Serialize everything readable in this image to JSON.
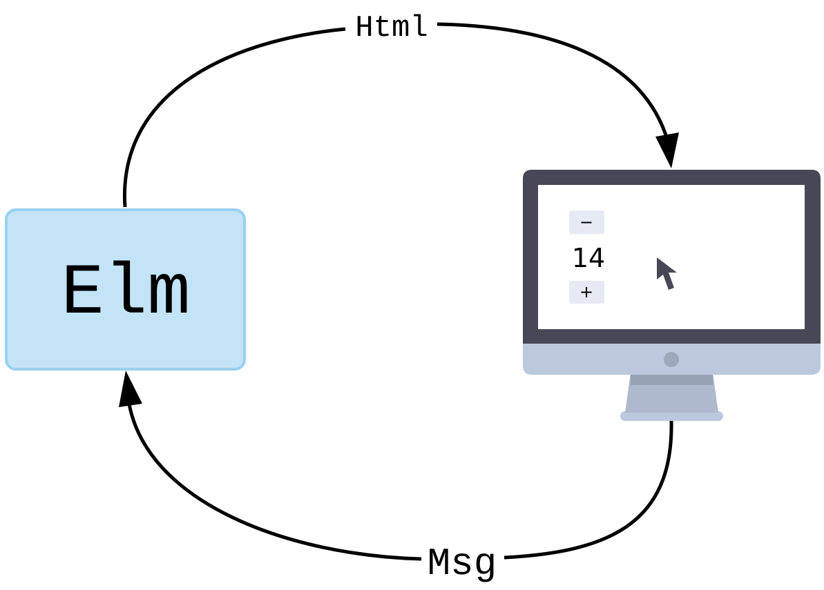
{
  "elm_box": {
    "label": "Elm",
    "fill": "#c3e4f7",
    "stroke": "#99d1f0"
  },
  "edges": {
    "view_label": "Html",
    "update_label": "Msg"
  },
  "monitor": {
    "frame_color": "#484755",
    "chin_color": "#bcc8dd",
    "stand_color": "#aeb9d0",
    "stand_shadow_color": "#97a2b5",
    "camera_color": "#9da8bb",
    "button_bg": "#e6eaf5",
    "cursor_color": "#484755",
    "app": {
      "decrement_label": "−",
      "count": "14",
      "increment_label": "+"
    }
  }
}
